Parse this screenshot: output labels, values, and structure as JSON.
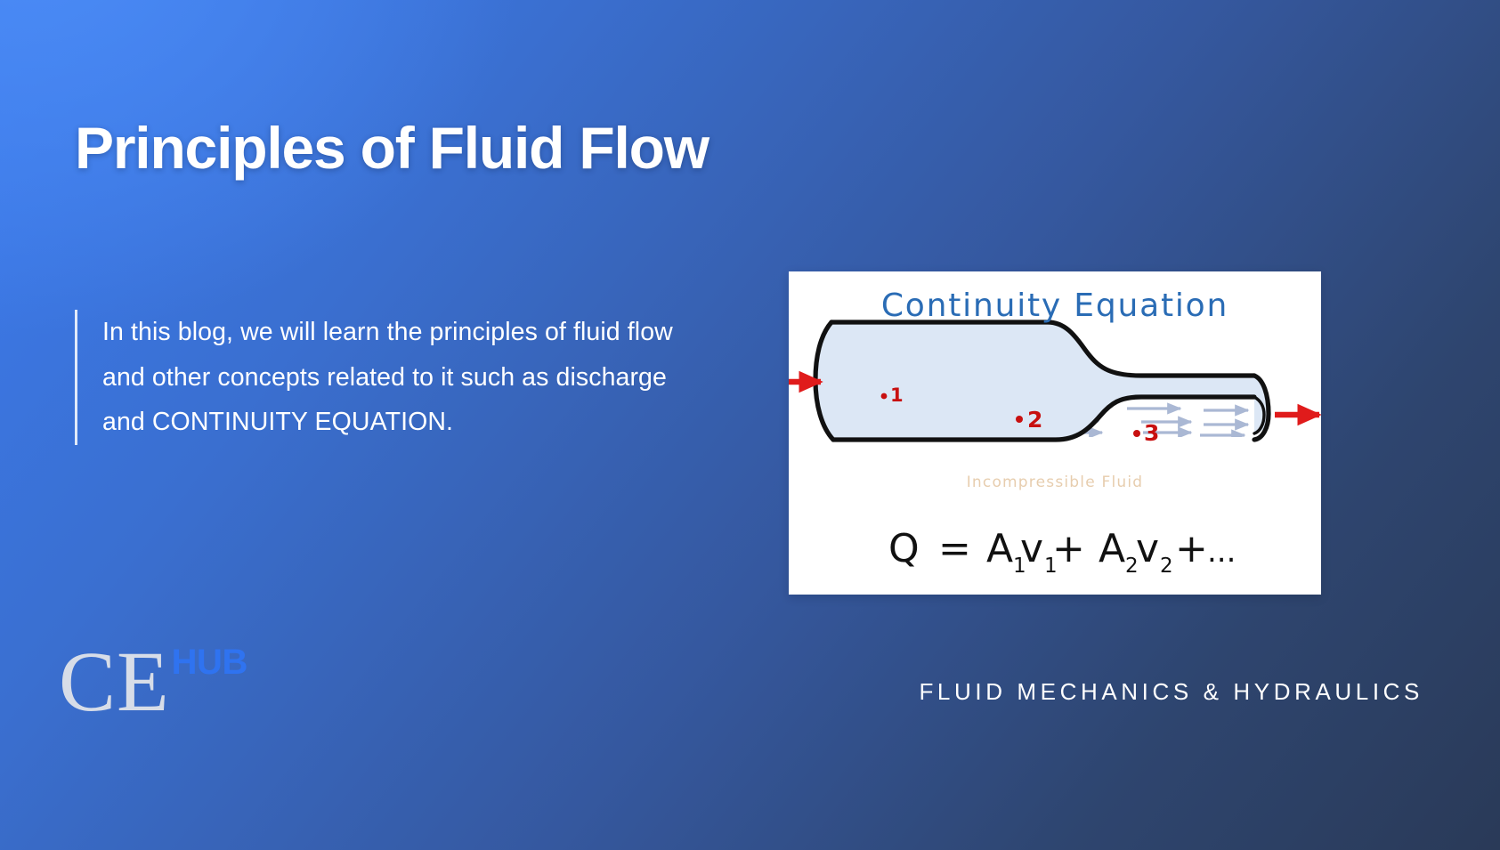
{
  "theme": {
    "bg_top_left": "#3c7bee",
    "bg_bottom_right": "#2a3a58",
    "title_color": "#ffffff",
    "accent_blue": "#2f73f0",
    "logo_ce_color": "#d7dde8",
    "figure_bg": "#ffffff",
    "diagram_title_color": "#2a6cb5",
    "fluid_fill": "#dce7f5",
    "flow_arrow_color": "#aab8d4",
    "point_label_color": "#c81010",
    "inlet_arrow_color": "#e01b1b",
    "incompressible_label_color": "#e7cdae",
    "pipe_outline_color": "#111111"
  },
  "hero": {
    "title": "Principles of Fluid Flow",
    "blurb": "In this blog, we will learn the principles of fluid flow and other concepts related to it such as discharge and CONTINUITY EQUATION."
  },
  "logo": {
    "mark": "CE",
    "word": "HUB"
  },
  "footer": {
    "tagline": "FLUID MECHANICS & HYDRAULICS"
  },
  "figure": {
    "title": "Continuity Equation",
    "caption": "Incompressible Fluid",
    "equation": {
      "full": "Q = A₁v₁ +  A₂v₂ + ...",
      "lhs": "Q",
      "equals": "=",
      "term1_area": "A",
      "term1_area_sub": "1",
      "term1_vel": "v",
      "term1_vel_sub": "1",
      "plus1": "+",
      "term2_area": "A",
      "term2_area_sub": "2",
      "term2_vel": "v",
      "term2_vel_sub": "2",
      "plus2": "+",
      "ellipsis": "..."
    },
    "points": [
      {
        "id": "1",
        "label": "1"
      },
      {
        "id": "2",
        "label": "2"
      },
      {
        "id": "3",
        "label": "3"
      }
    ],
    "inlet_arrow_name": "inlet-flow-arrow",
    "outlet_arrow_name": "outlet-flow-arrow"
  }
}
